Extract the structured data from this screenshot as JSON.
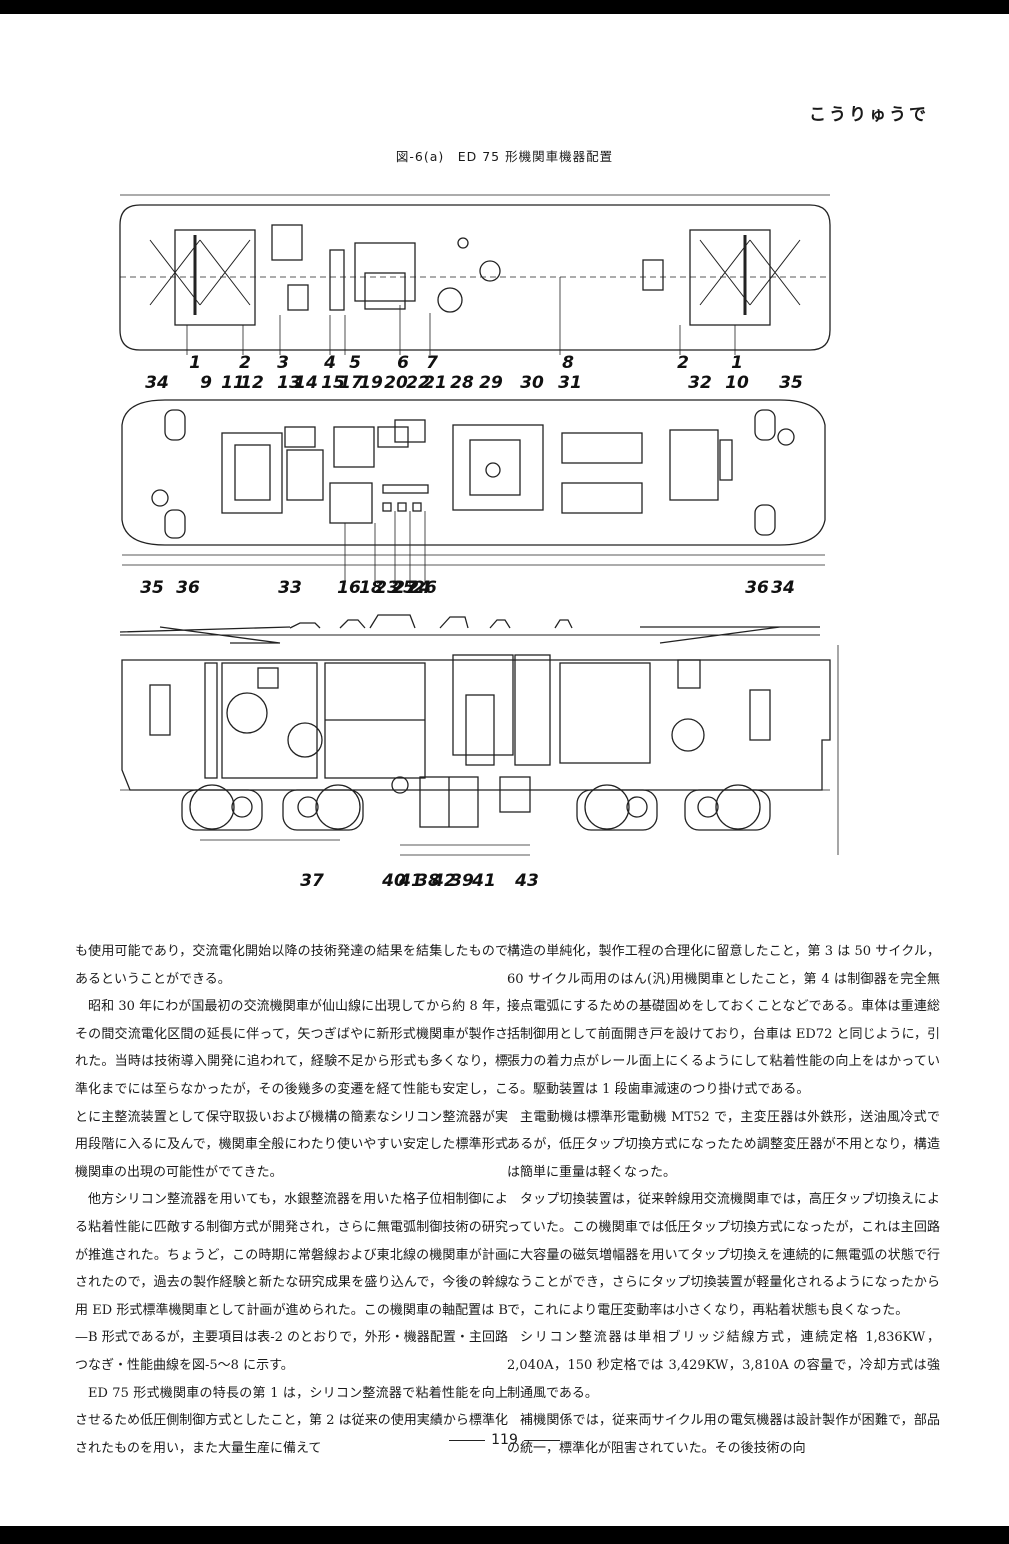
{
  "running_head": "こうりゅうで",
  "figure": {
    "caption": "図-6(a)　ED 75 形機関車機器配置",
    "plan_callouts_bottom": [
      "1",
      "2",
      "3",
      "4",
      "5",
      "6",
      "7",
      "8",
      "2",
      "1"
    ],
    "floor_callouts_top": [
      "34",
      "9",
      "11",
      "12",
      "13",
      "14",
      "15",
      "17",
      "19",
      "20",
      "22",
      "21",
      "28",
      "29",
      "30",
      "31",
      "32",
      "10",
      "35"
    ],
    "floor_callouts_bottom": [
      "35",
      "36",
      "33",
      "16",
      "18",
      "23",
      "25",
      "24",
      "27",
      "26",
      "36",
      "34"
    ],
    "side_callouts_bottom": [
      "37",
      "40",
      "41",
      "38",
      "42",
      "39",
      "41",
      "43"
    ]
  },
  "body": {
    "left_paragraphs": [
      {
        "cont": true,
        "text": "も使用可能であり，交流電化開始以降の技術発達の結果を結集したものであるということができる。"
      },
      {
        "cont": false,
        "text": "昭和 30 年にわが国最初の交流機関車が仙山線に出現してから約 8 年，その間交流電化区間の延長に伴って，矢つぎばやに新形式機関車が製作された。当時は技術導入開発に追われて，経験不足から形式も多くなり，標準化までには至らなかったが，その後幾多の変遷を経て性能も安定し，ことに主整流装置として保守取扱いおよび機構の簡素なシリコン整流器が実用段階に入るに及んで，機関車全般にわたり使いやすい安定した標準形式機関車の出現の可能性がでてきた。"
      },
      {
        "cont": false,
        "text": "他方シリコン整流器を用いても，水銀整流器を用いた格子位相制御による粘着性能に匹敵する制御方式が開発され，さらに無電弧制御技術の研究が推進された。ちょうど，この時期に常磐線および東北線の機関車が計画されたので，過去の製作経験と新たな研究成果を盛り込んで，今後の幹線用 ED 形式標準機関車として計画が進められた。この機関車の軸配置は B—B 形式であるが，主要項目は表-2 のとおりで，外形・機器配置・主回路つなぎ・性能曲線を図-5〜8 に示す。"
      },
      {
        "cont": false,
        "text": "ED 75 形式機関車の特長の第 1 は，シリコン整流器で粘着性能を向上させるため低圧側制御方式としたこと，第 2 は従来の使用実績から標準化されたものを用い，また大量生産に備えて"
      }
    ],
    "right_paragraphs": [
      {
        "cont": true,
        "text": "構造の単純化，製作工程の合理化に留意したこと，第 3 は 50 サイクル，60 サイクル両用のはん(汎)用機関車としたこと，第 4 は制御器を完全無接点電弧にするための基礎固めをしておくことなどである。車体は重連総括制御用として前面開き戸を設けており，台車は ED72 と同じように，引張力の着力点がレール面上にくるようにして粘着性能の向上をはかっている。駆動装置は 1 段歯車減速のつり掛け式である。"
      },
      {
        "cont": false,
        "text": "主電動機は標準形電動機 MT52 で，主変圧器は外鉄形，送油風冷式であるが，低圧タップ切換方式になったため調整変圧器が不用となり，構造は簡単に重量は軽くなった。"
      },
      {
        "cont": false,
        "text": "タップ切換装置は，従来幹線用交流機関車では，高圧タップ切換えによっていた。この機関車では低圧タップ切換方式になったが，これは主回路に大容量の磁気増幅器を用いてタップ切換えを連続的に無電弧の状態で行なうことができ，さらにタップ切換装置が軽量化されるようになったからで，これにより電圧変動率は小さくなり，再粘着状態も良くなった。"
      },
      {
        "cont": false,
        "text": "シリコン整流器は単相ブリッジ結線方式，連続定格 1,836KW，2,040A，150 秒定格では 3,429KW，3,810A の容量で，冷却方式は強制通風である。"
      },
      {
        "cont": false,
        "text": "補機関係では，従来両サイクル用の電気機器は設計製作が困難で，部品の統一，標準化が阻害されていた。その後技術の向"
      }
    ]
  },
  "page_number": "119"
}
